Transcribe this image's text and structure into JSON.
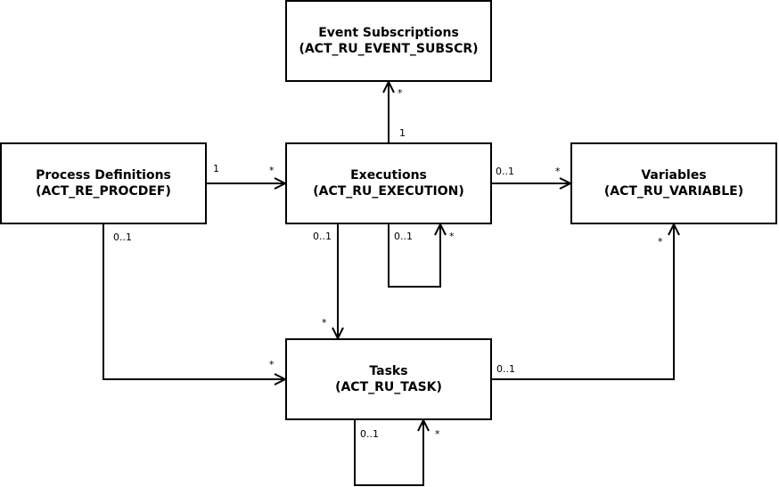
{
  "entities": {
    "event_subscriptions": {
      "title": "Event Subscriptions",
      "table": "(ACT_RU_EVENT_SUBSCR)"
    },
    "process_definitions": {
      "title": "Process Definitions",
      "table": "(ACT_RE_PROCDEF)"
    },
    "executions": {
      "title": "Executions",
      "table": "(ACT_RU_EXECUTION)"
    },
    "variables": {
      "title": "Variables",
      "table": "(ACT_RU_VARIABLE)"
    },
    "tasks": {
      "title": "Tasks",
      "table": "(ACT_RU_TASK)"
    }
  },
  "relations": {
    "executions_to_event_subscriptions": {
      "source": "1",
      "target": "*"
    },
    "process_definitions_to_executions": {
      "source": "1",
      "target": "*"
    },
    "executions_to_variables": {
      "source": "0..1",
      "target": "*"
    },
    "executions_to_tasks": {
      "source": "0..1",
      "target": "*"
    },
    "executions_self": {
      "source": "0..1",
      "target": "*"
    },
    "process_definitions_to_tasks": {
      "source": "0..1",
      "target": "*"
    },
    "tasks_to_variables": {
      "source": "0..1",
      "target": "*"
    },
    "tasks_self": {
      "source": "0..1",
      "target": "*"
    }
  },
  "colors": {
    "line": "#000000",
    "background": "#ffffff"
  }
}
